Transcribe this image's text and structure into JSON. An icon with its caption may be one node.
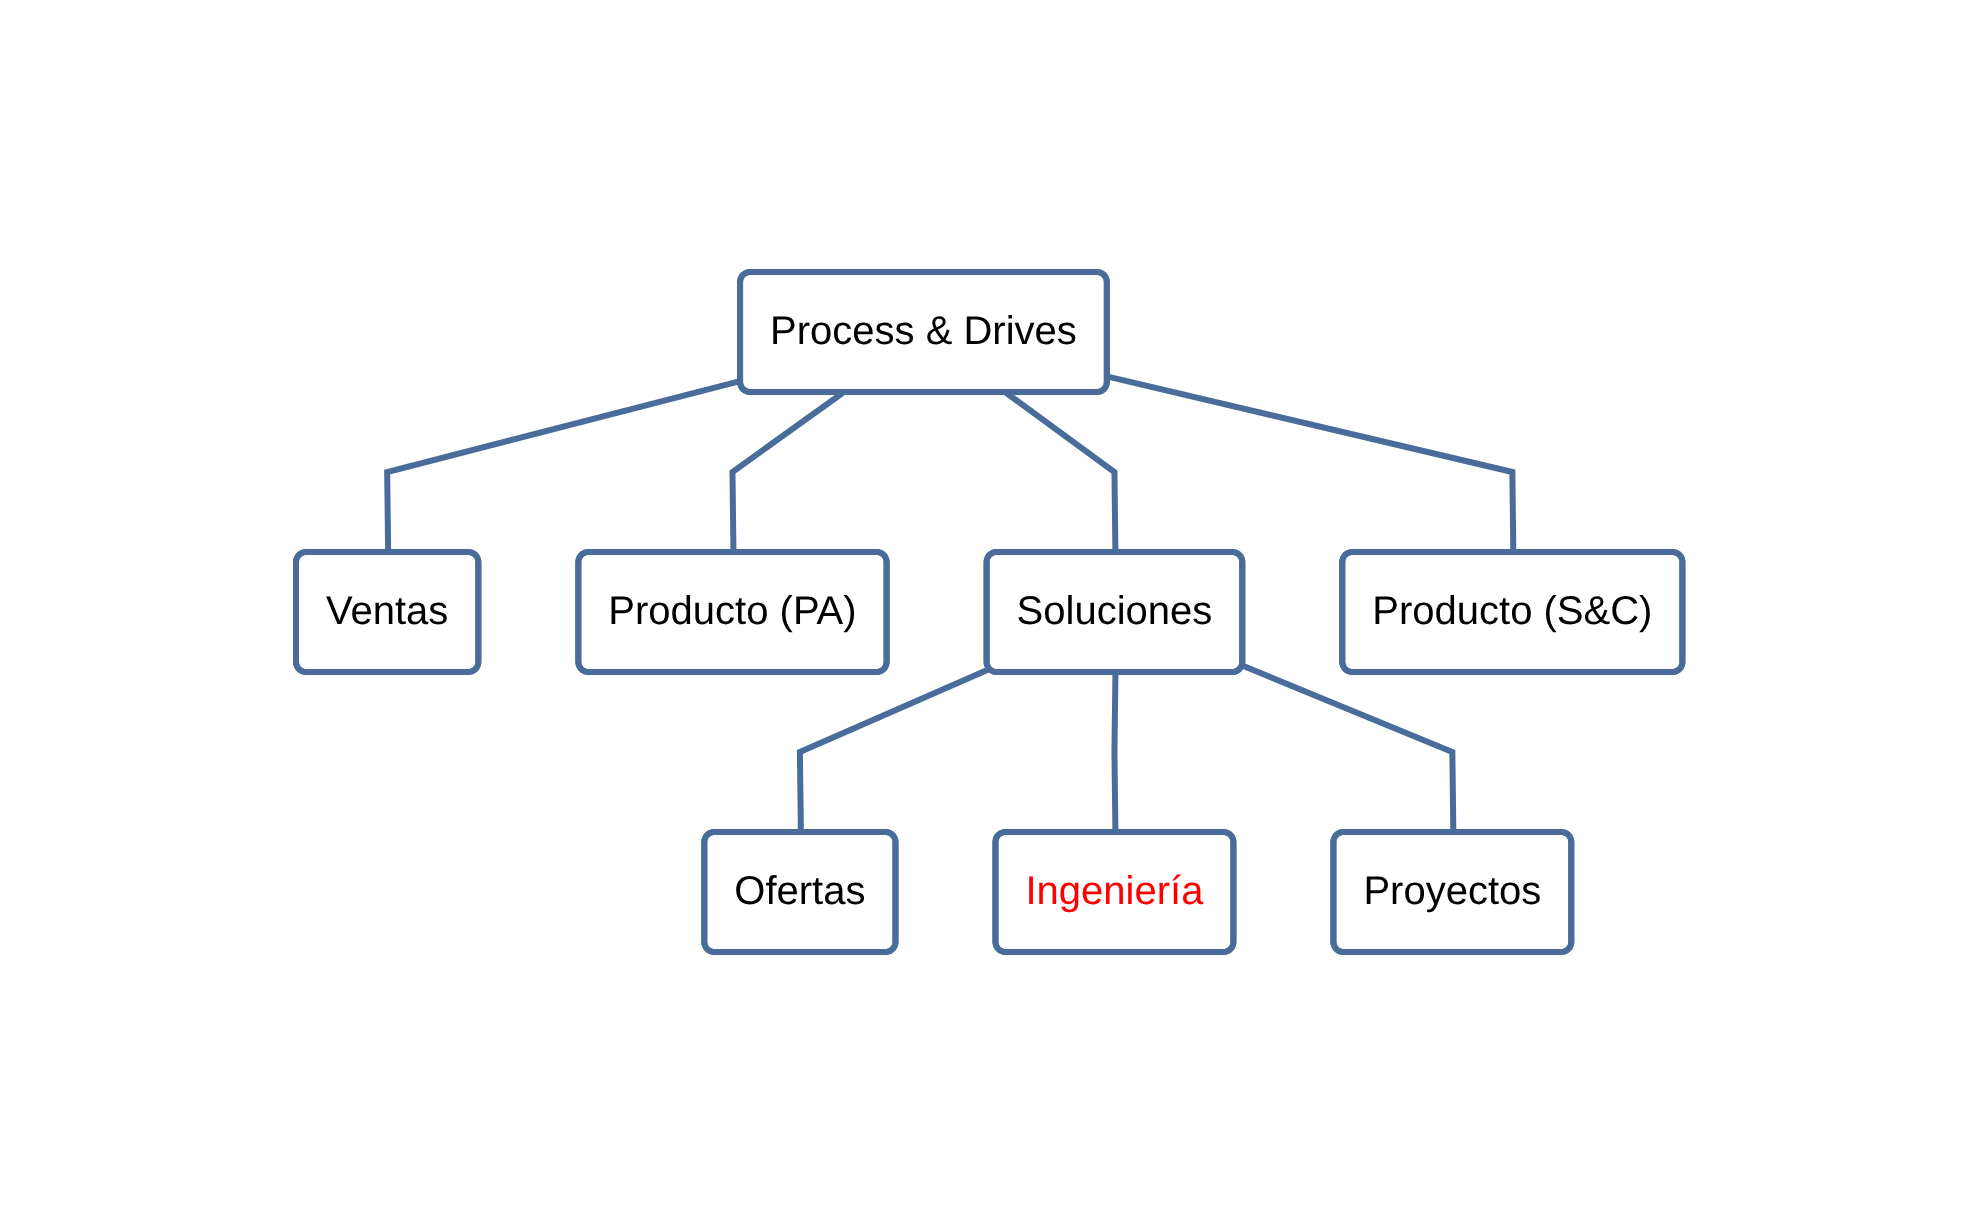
{
  "diagram": {
    "nodes": [
      {
        "text": [
          "Process & Drives"
        ]
      },
      {
        "text": [
          "Ventas"
        ]
      },
      {
        "text": [
          "Producto (PA)"
        ]
      },
      {
        "text": [
          "Soluciones"
        ]
      },
      {
        "text": [
          "Producto (S&C)"
        ]
      },
      {
        "text": [
          "Ofertas"
        ]
      },
      {
        "text": [
          "Ingeniería"
        ]
      },
      {
        "text": [
          "Proyectos"
        ]
      }
    ],
    "edges": [
      {
        "from": 0,
        "to": 1,
        "arrow": "none"
      },
      {
        "from": 0,
        "to": 2,
        "arrow": "none"
      },
      {
        "from": 0,
        "to": 3,
        "arrow": "none"
      },
      {
        "from": 0,
        "to": 4,
        "arrow": "none"
      },
      {
        "from": 3,
        "to": 5,
        "arrow": "none"
      },
      {
        "from": 3,
        "to": 6,
        "arrow": "none"
      },
      {
        "from": 3,
        "to": 7,
        "arrow": "none"
      }
    ]
  }
}
